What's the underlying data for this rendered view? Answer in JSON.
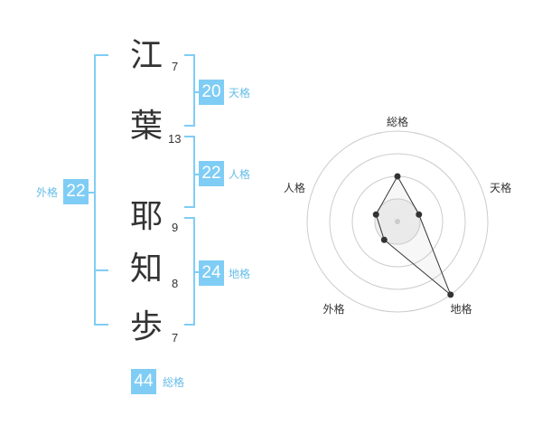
{
  "name": {
    "characters": [
      {
        "char": "江",
        "strokes": "7"
      },
      {
        "char": "葉",
        "strokes": "13"
      },
      {
        "char": "耶",
        "strokes": "9"
      },
      {
        "char": "知",
        "strokes": "8"
      },
      {
        "char": "歩",
        "strokes": "7"
      }
    ]
  },
  "kakusu": {
    "tenkaku": {
      "value": "20",
      "label": "天格"
    },
    "jinkaku": {
      "value": "22",
      "label": "人格"
    },
    "chikaku": {
      "value": "24",
      "label": "地格"
    },
    "gaikaku": {
      "value": "22",
      "label": "外格"
    },
    "soukaku": {
      "value": "44",
      "label": "総格"
    }
  },
  "colors": {
    "accent": "#7fcdf5",
    "text": "#333333",
    "grid": "#cccccc"
  },
  "chart_data": {
    "type": "radar",
    "axes": [
      "総格",
      "天格",
      "地格",
      "外格",
      "人格"
    ],
    "values": [
      2,
      1,
      4,
      1,
      1
    ],
    "rmax": 4,
    "rings": 4,
    "grid": true
  }
}
